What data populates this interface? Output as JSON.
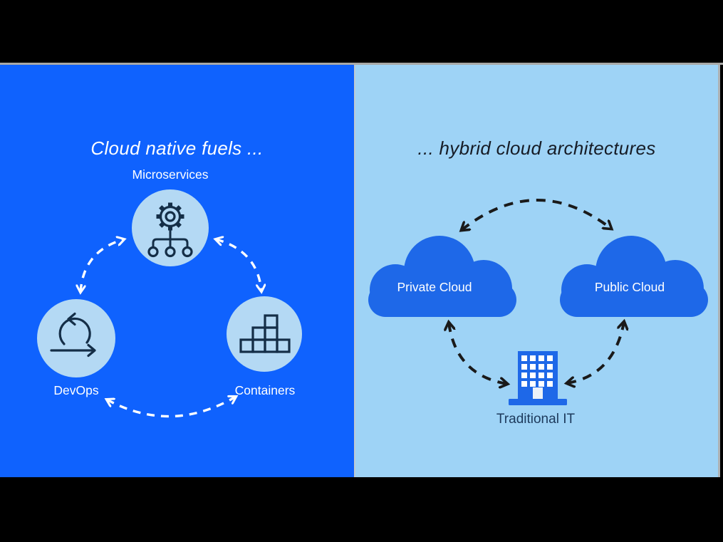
{
  "frame": {
    "letterbox_color": "#000000",
    "top_edge_color": "#A8A8A6",
    "right_edge_color": "#ADB1B4",
    "divider_color": "#BFCAD2"
  },
  "left_panel": {
    "title": "Cloud native fuels ...",
    "background_color": "#0F62FE",
    "text_color": "#FFFFFF",
    "arrow_color": "#FFFFFF",
    "node_circle_color": "#B4D9F4",
    "icon_stroke_color": "#142E47",
    "nodes": [
      {
        "label": "Microservices",
        "icon": "microservices-gear-tree-icon"
      },
      {
        "label": "DevOps",
        "icon": "devops-loop-arrow-icon"
      },
      {
        "label": "Containers",
        "icon": "containers-stacked-boxes-icon"
      }
    ]
  },
  "right_panel": {
    "title": "... hybrid cloud architectures",
    "background_color": "#9ED3F6",
    "title_color": "#161C26",
    "arrow_color": "#1A1A1A",
    "cloud_color": "#1E68E8",
    "cloud_text_color": "#FFFFFF",
    "it_label_color": "#1D3A5C",
    "nodes": [
      {
        "label": "Private Cloud",
        "icon": "cloud-icon"
      },
      {
        "label": "Public Cloud",
        "icon": "cloud-icon"
      },
      {
        "label": "Traditional IT",
        "icon": "office-building-icon"
      }
    ]
  }
}
